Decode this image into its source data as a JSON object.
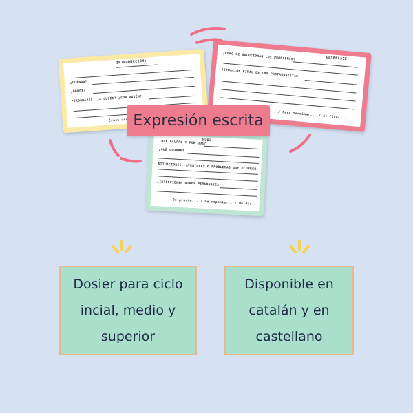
{
  "colors": {
    "background": "#d6e1f2",
    "accent_pink": "#ef7c8e",
    "accent_yellow": "#fbeaa6",
    "accent_mint": "#a9dfcb",
    "box_border": "#e7b98e",
    "sparkle": "#f3d25c"
  },
  "worksheets": {
    "intro": {
      "title": "INTRODUCCIÓN:",
      "q1": "¿CUÁNDO?",
      "q2": "¿DÓNDE?",
      "q3": "PERSONAJES: ¿A QUIÉN? ¿CON QUIÉN?",
      "footer": "Érase una vez... / Hace..."
    },
    "desenlace": {
      "title": "DESENLACE:",
      "q1": "¿CÓMO SE SOLUCIONAN LOS PROBLEMAS?",
      "q2": "SITUACIÓN FINAL DE LOS PROTAGONISTAS:",
      "footer": "Por último... / Para terminar... / Al final..."
    },
    "nudo": {
      "title": "NUDO:",
      "q1": "¿QUÉ OCURRE Y POR QUÉ?",
      "q2": "¿QUÉ OCURRE?",
      "q3": "SITUACIONES, AVENTURAS O PROBLEMAS QUE OCURREN:",
      "q4": "¿INTERVIENEN OTROS PERSONAJES?",
      "footer": "De pronto... / De repente... / Un día..."
    }
  },
  "main_title": "Expresión escrita",
  "info_left": {
    "line1": "Dosier para ciclo",
    "line2": "incial, medio y",
    "line3": "superior"
  },
  "info_right": {
    "line1": "Disponible en",
    "line2": "catalán y en",
    "line3": "castellano"
  }
}
